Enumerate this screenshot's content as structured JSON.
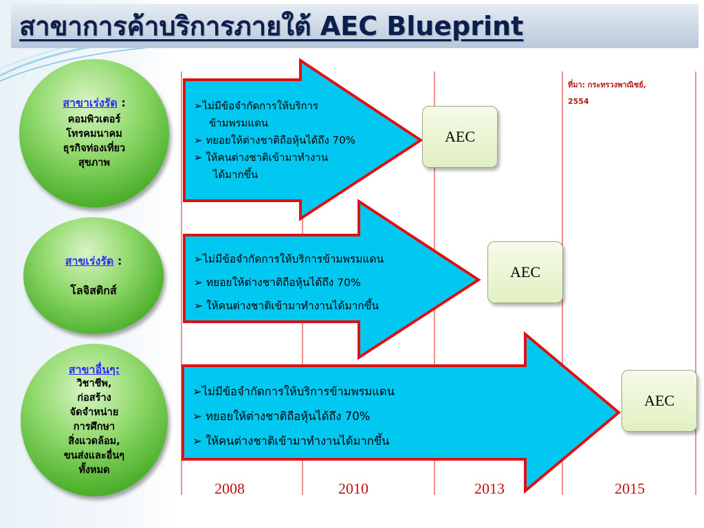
{
  "title": "สาขาการค้าบริการภายใต้ AEC  Blueprint",
  "source": {
    "line1": "ที่มา: กระทรวงพาณิชย์,",
    "line2": "2554"
  },
  "groups": [
    {
      "heading": "สาขาเร่งรัด",
      "heading_suffix": " :",
      "body": "คอมพิวเตอร์\nโทรคมนาคม\nธุรกิจท่องเที่ยว\nสุขภาพ",
      "bullets": [
        "➢ไม่มีข้อจำกัดการให้บริการ",
        "ข้ามพรมแดน",
        "➢ ทยอยให้ต่างชาติถือหุ้นได้ถึง 70%",
        "➢ ให้คนต่างชาติเข้ามาทำงาน",
        "ได้มากขึ้น"
      ],
      "target": "AEC"
    },
    {
      "heading": "สาขเร่งรัด",
      "heading_suffix": " :",
      "body": "โลจิสติกส์",
      "bullets": [
        "➢ไม่มีข้อจำกัดการให้บริการข้ามพรมแดน",
        "➢ ทยอยให้ต่างชาติถือหุ้นได้ถึง 70%",
        "➢ ให้คนต่างชาติเข้ามาทำงานได้มากขึ้น"
      ],
      "target": "AEC"
    },
    {
      "heading": "สาขาอื่นๆ:",
      "heading_suffix": "",
      "body": "วิชาชีพ,\nก่อสร้าง\nจัดจำหน่าย\nการศึกษา\nสิ่งแวดล้อม,\nขนส่งและอื่นๆ\nทั้งหมด",
      "bullets": [
        "➢ไม่มีข้อจำกัดการให้บริการข้ามพรมแดน",
        "➢ ทยอยให้ต่างชาติถือหุ้นได้ถึง 70%",
        "➢  ให้คนต่างชาติเข้ามาทำงานได้มากขึ้น"
      ],
      "target": "AEC"
    }
  ],
  "years": [
    "2008",
    "2010",
    "2013",
    "2015"
  ],
  "colors": {
    "arrow_fill": "#00c8f0",
    "arrow_border": "#e01010",
    "year_text": "#c01010",
    "heading_link": "#2a2aff"
  }
}
